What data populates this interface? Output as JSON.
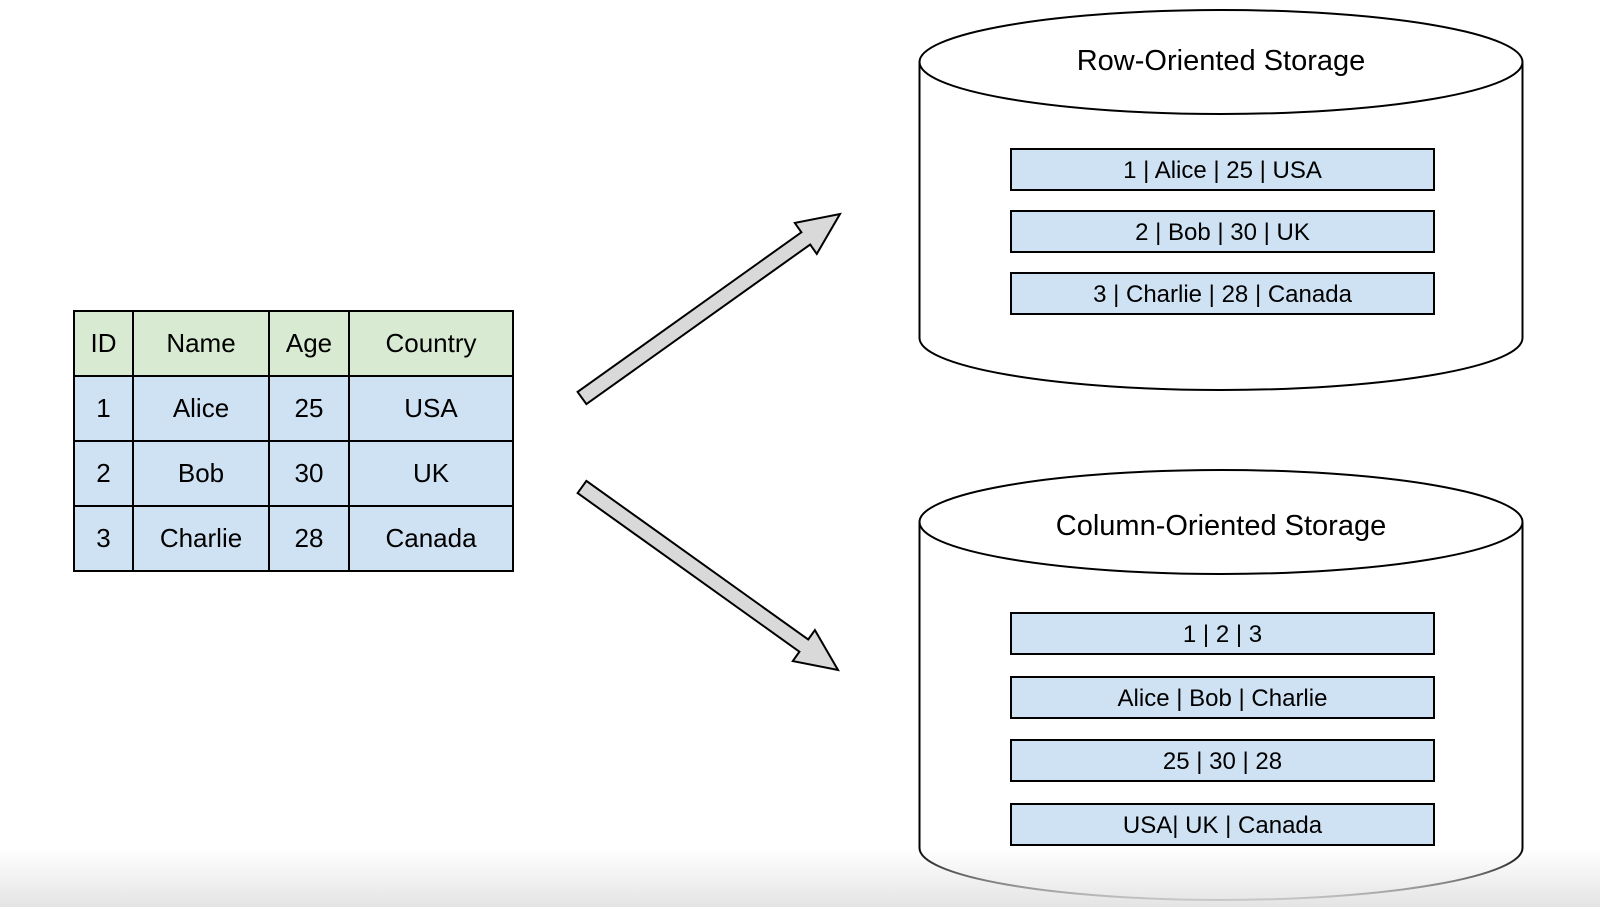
{
  "source_table": {
    "headers": [
      "ID",
      "Name",
      "Age",
      "Country"
    ],
    "rows": [
      [
        "1",
        "Alice",
        "25",
        "USA"
      ],
      [
        "2",
        "Bob",
        "30",
        "UK"
      ],
      [
        "3",
        "Charlie",
        "28",
        "Canada"
      ]
    ]
  },
  "row_storage": {
    "title": "Row-Oriented Storage",
    "records": [
      "1 | Alice | 25 | USA",
      "2 | Bob | 30 | UK",
      "3 | Charlie | 28 | Canada"
    ]
  },
  "column_storage": {
    "title": "Column-Oriented Storage",
    "records": [
      "1 | 2 | 3",
      "Alice | Bob | Charlie",
      "25 | 30 | 28",
      "USA| UK | Canada"
    ]
  },
  "icons": {
    "arrow_to_row_storage": "block-arrow-up-right",
    "arrow_to_column_storage": "block-arrow-down-right",
    "storage_shape": "database-cylinder"
  },
  "colors": {
    "table_header_fill": "#d9ead3",
    "cell_fill": "#cfe2f3",
    "arrow_fill": "#d9d9d9",
    "outline": "#000000",
    "background": "#ffffff"
  }
}
